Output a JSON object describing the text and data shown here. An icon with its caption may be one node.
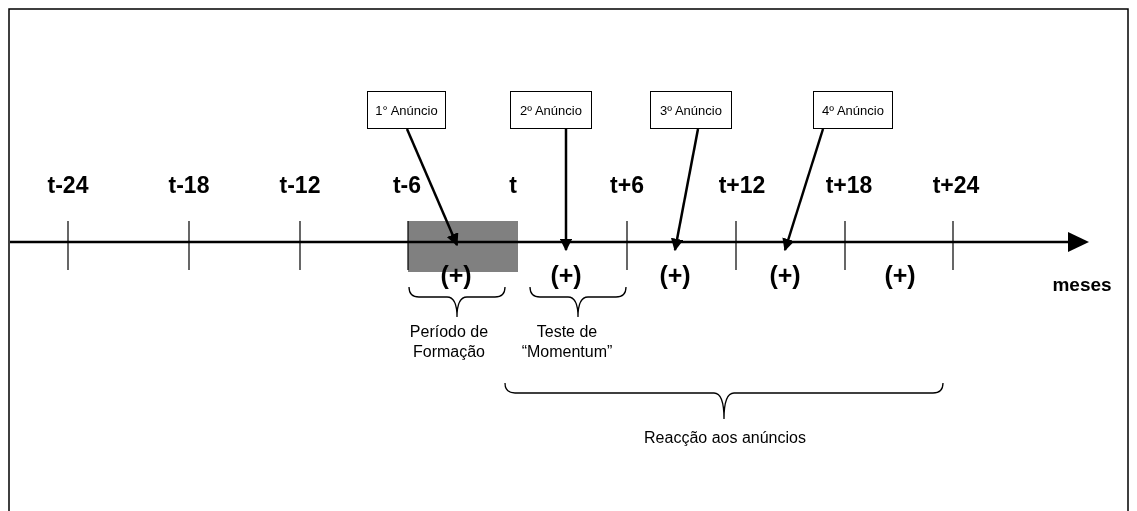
{
  "diagram": {
    "nodes": [
      {
        "text": [
          "1° Anúncio"
        ]
      },
      {
        "text": [
          "2º Anúncio"
        ]
      },
      {
        "text": [
          "3º Anúncio"
        ]
      },
      {
        "text": [
          "4º Anúncio"
        ]
      },
      {
        "text": [],
        "shape": "box"
      },
      {
        "text": [
          "(+)"
        ]
      },
      {
        "text": [
          "(+)"
        ]
      },
      {
        "text": [
          "(+)"
        ]
      },
      {
        "text": [
          "(+)"
        ]
      },
      {
        "text": [
          "(+)"
        ]
      }
    ],
    "edges": [
      {
        "from": 0,
        "to": 4,
        "arrow": "to"
      },
      {
        "from": 1,
        "to": 6,
        "arrow": "to"
      },
      {
        "from": 2,
        "to": 7,
        "arrow": "to"
      },
      {
        "from": 3,
        "to": 8,
        "arrow": "to"
      }
    ],
    "labels": [
      "t-24",
      "t-18",
      "t-12",
      "t-6",
      "t",
      "t+6",
      "t+12",
      "t+18",
      "t+24",
      "meses",
      "Período de Formação",
      "Teste de “Momentum”",
      "Reacção aos anúncios"
    ]
  }
}
